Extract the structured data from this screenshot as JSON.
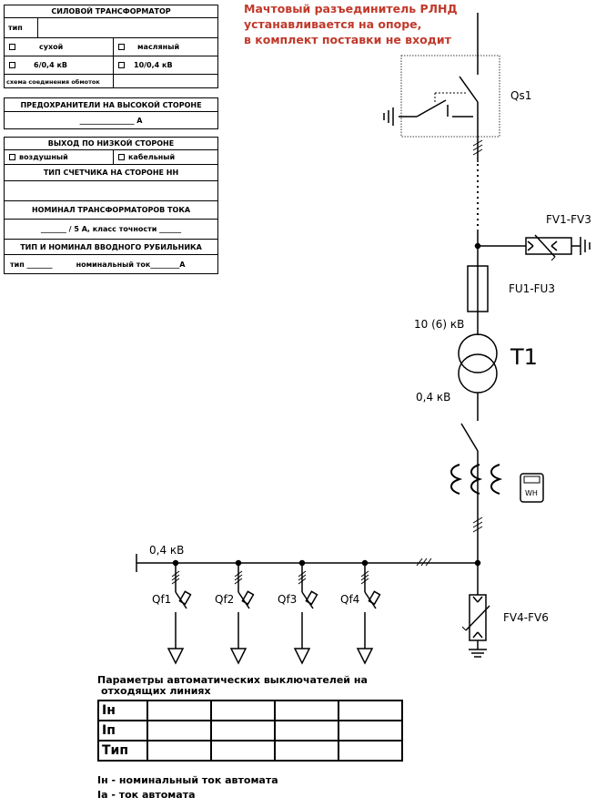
{
  "note": {
    "line1": "Мачтовый разъединитель РЛНД",
    "line2": "устанавливается на опоре,",
    "line3": "в комплект поставки не входит"
  },
  "transformer_box": {
    "title": "СИЛОВОЙ ТРАНСФОРМАТОР",
    "type_label": "тип",
    "dry": "сухой",
    "oil": "масляный",
    "v1": "6/0,4 кВ",
    "v2": "10/0,4 кВ",
    "winding": "схема соединения обмоток"
  },
  "fuse_box": {
    "title": "ПРЕДОХРАНИТЕЛИ НА ВЫСОКОЙ СТОРОНЕ",
    "value": "_______________ А"
  },
  "lv_box": {
    "title": "ВЫХОД ПО НИЗКОЙ СТОРОНЕ",
    "air": "воздушный",
    "cable": "кабельный",
    "meter_title": "ТИП СЧЕТЧИКА НА СТОРОНЕ НН",
    "ct_title": "НОМИНАЛ ТРАНСФОРМАТОРОВ ТОКА",
    "ct_value": "_______ / 5 А, класс точности ______",
    "switch_title": "ТИП И НОМИНАЛ ВВОДНОГО РУБИЛЬНИКА",
    "switch_type": "тип _______",
    "switch_nom": "номинальный ток________А"
  },
  "labels": {
    "qs1": "Qs1",
    "fv1": "FV1-FV3",
    "fu1": "FU1-FU3",
    "hv": "10 (6) кВ",
    "t1": "T1",
    "lv": "0,4 кВ",
    "wh": "WH",
    "bus": "0,4 кВ",
    "qf1": "Qf1",
    "qf2": "Qf2",
    "qf3": "Qf3",
    "qf4": "Qf4",
    "fv4": "FV4-FV6"
  },
  "params": {
    "title1": "Параметры автоматических выключателей на",
    "title2": "отходящих линиях",
    "rows": [
      "Iн",
      "Iп",
      "Тип"
    ]
  },
  "legend": {
    "in": "Iн - номинальный ток автомата",
    "ia": "Iа - ток автомата"
  }
}
